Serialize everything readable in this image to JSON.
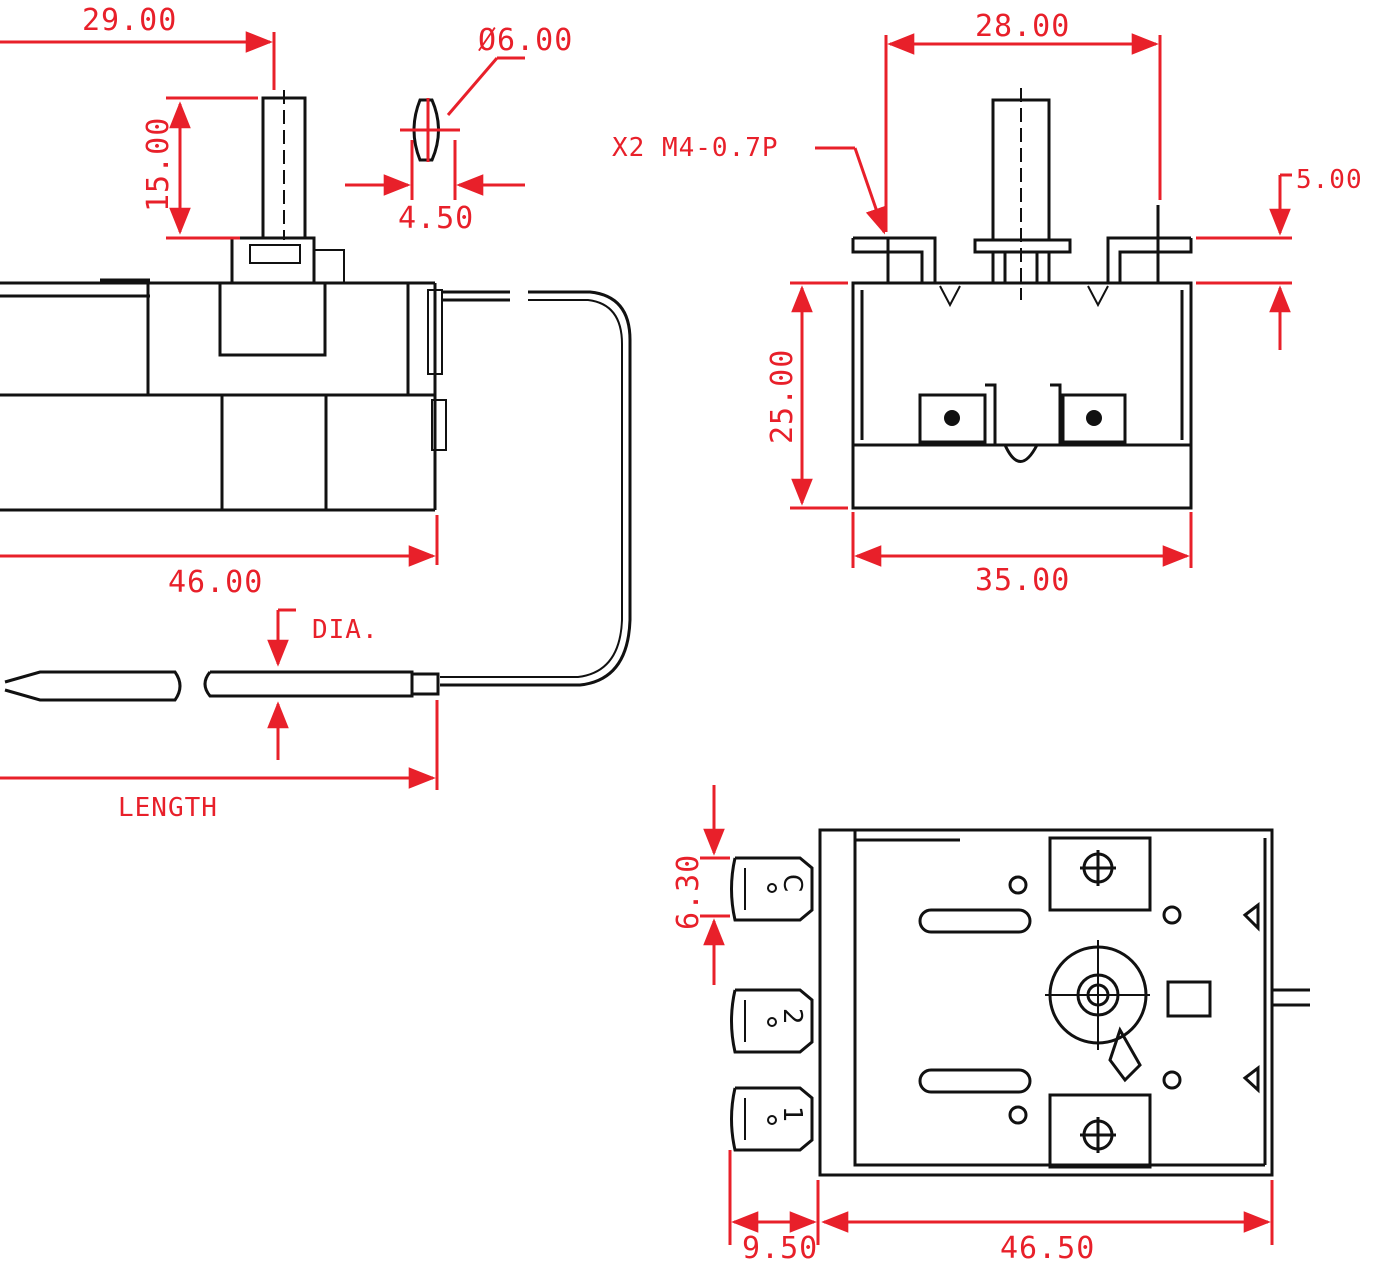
{
  "colors": {
    "dimension": "#e8202a",
    "outline": "#111111",
    "background": "#ffffff"
  },
  "side_view": {
    "dim_width_top": "29.00",
    "dim_shaft_height": "15.00",
    "dim_shaft_dia": "Ø6.00",
    "dim_flat": "4.50",
    "dim_body_width": "46.00",
    "label_dia": "DIA.",
    "label_length": "LENGTH"
  },
  "front_view": {
    "dim_mount_spacing": "28.00",
    "thread_note": "X2 M4-0.7P",
    "dim_flange": "5.00",
    "dim_height": "25.00",
    "dim_width": "35.00"
  },
  "bottom_view": {
    "dim_terminal": "6.30",
    "dim_terminal_len": "9.50",
    "dim_body_len": "46.50",
    "terminals": [
      "C",
      "2",
      "1"
    ]
  }
}
